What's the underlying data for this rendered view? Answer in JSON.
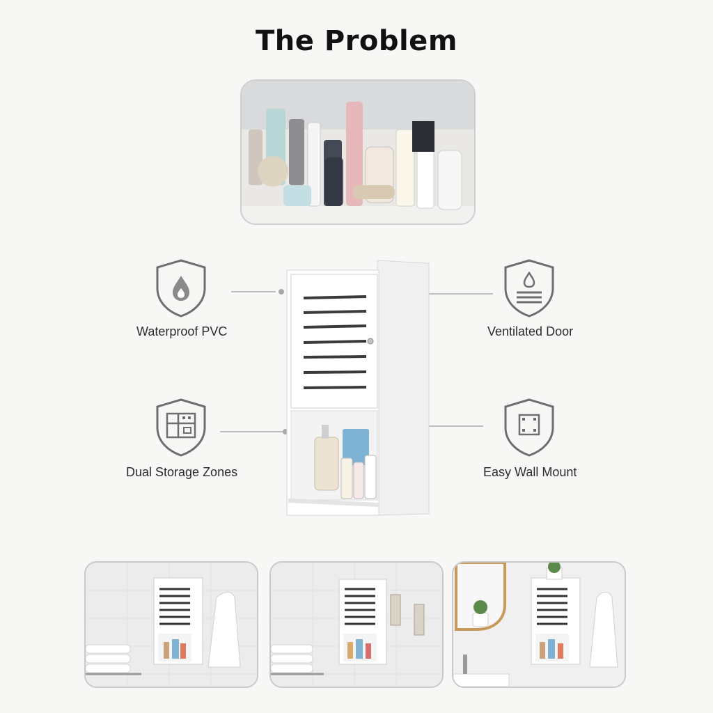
{
  "page": {
    "title": "The Problem"
  },
  "features": {
    "waterproof": {
      "label": "Waterproof PVC",
      "icon": "water-drop-shield-icon"
    },
    "ventilated": {
      "label": "Ventilated Door",
      "icon": "ventilation-shield-icon"
    },
    "dual_storage": {
      "label": "Dual Storage Zones",
      "icon": "storage-layout-shield-icon"
    },
    "wall_mount": {
      "label": "Easy Wall Mount",
      "icon": "wall-mount-shield-icon"
    }
  },
  "colors": {
    "background": "#f7f7f6",
    "icon_stroke": "#6e6e6e",
    "connector": "#bdbdbd",
    "cabinet_white": "#ffffff",
    "slat": "#3a3a3a"
  }
}
